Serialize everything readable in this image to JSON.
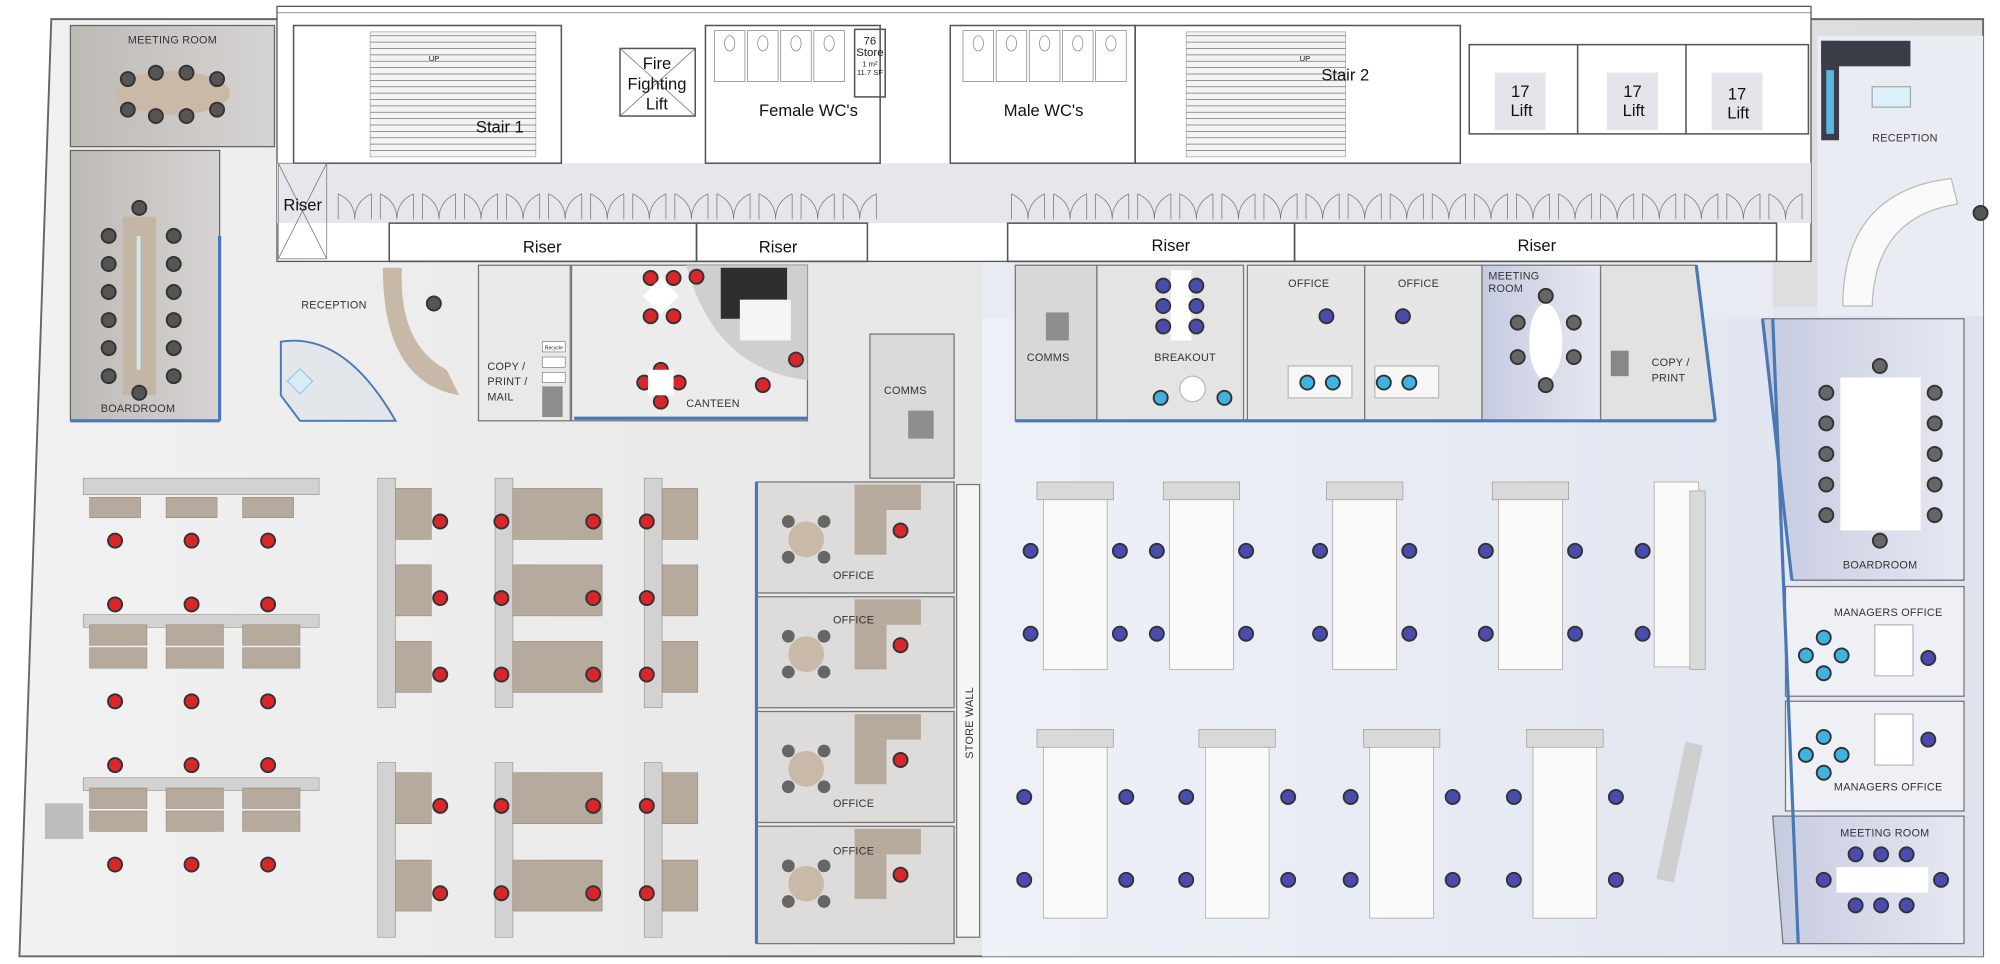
{
  "title": "Office Floor Plan",
  "core": {
    "stair1": "Stair 1",
    "stair2": "Stair 2",
    "stair_up": "UP",
    "fire_lift": [
      "Fire",
      "Fighting",
      "Lift"
    ],
    "store": [
      "76",
      "Store",
      "1 m²",
      "11.7 SF"
    ],
    "female_wc": "Female WC's",
    "male_wc": "Male WC's",
    "lifts": [
      {
        "number": "17",
        "label": "Lift"
      },
      {
        "number": "17",
        "label": "Lift"
      },
      {
        "number": "17",
        "label": "Lift"
      }
    ],
    "riser": "Riser"
  },
  "rooms": {
    "meeting_room_tl": "MEETING ROOM",
    "boardroom_left": "BOARDROOM",
    "reception_left": "RECEPTION",
    "copy_print_mail": [
      "COPY /",
      "PRINT /",
      "MAIL"
    ],
    "recycle": "Recycle",
    "canteen": "CANTEEN",
    "comms": "COMMS",
    "breakout": "BREAKOUT",
    "office": "OFFICE",
    "meeting_room_top": [
      "MEETING",
      "ROOM"
    ],
    "copy_print": [
      "COPY /",
      "PRINT"
    ],
    "reception_right": "RECEPTION",
    "boardroom_right": "BOARDROOM",
    "managers_office": "MANAGERS OFFICE",
    "meeting_room_br": "MEETING ROOM",
    "store_wall": "STORE WALL"
  },
  "colors": {
    "task_chair_left": "#d9262a",
    "task_chair_right": "#4a4bb0",
    "lounge_chair": "#3fb3e0",
    "glazing": "#4a78b5",
    "desk": "#b5aa9c"
  }
}
